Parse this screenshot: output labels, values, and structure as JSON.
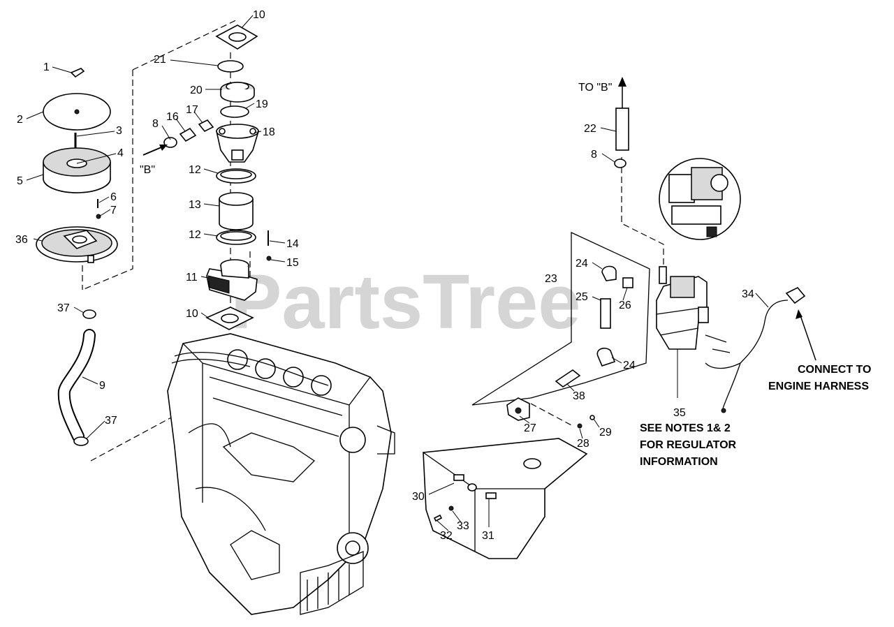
{
  "watermark": "PartsTree",
  "callouts": [
    "1",
    "2",
    "3",
    "4",
    "5",
    "6",
    "7",
    "36",
    "37",
    "9",
    "37",
    "8",
    "16",
    "17",
    "10",
    "21",
    "20",
    "19",
    "18",
    "12",
    "13",
    "12",
    "14",
    "15",
    "11",
    "10",
    "22",
    "8",
    "23",
    "24",
    "26",
    "25",
    "24",
    "38",
    "27",
    "28",
    "29",
    "30",
    "31",
    "32",
    "33",
    "34",
    "35"
  ],
  "labels": {
    "b_arrow": "\"B\"",
    "to_b": "TO \"B\"",
    "connect_1": "CONNECT TO",
    "connect_2": "ENGINE HARNESS",
    "note_1": "SEE NOTES 1& 2",
    "note_2": "FOR REGULATOR",
    "note_3": "INFORMATION"
  }
}
